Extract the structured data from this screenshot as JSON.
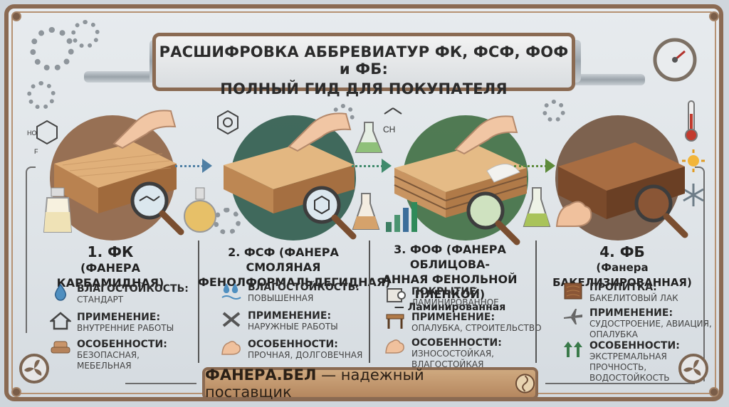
{
  "title": {
    "line1": "РАСШИФРОВКА АББРЕВИАТУР ФК, ФСФ, ФОФ и ФБ:",
    "line2": "ПОЛНЫЙ ГИД ДЛЯ ПОКУПАТЕЛЯ"
  },
  "colors": {
    "frame": "#8a6a52",
    "arrow": "#4f7fa4",
    "board_light": "#d9a86a",
    "board_dark": "#7a4a2b",
    "circle_fk": "#8a5a3a",
    "circle_fsf": "#2f5b4d",
    "circle_fof": "#3f6e42",
    "circle_fb": "#6b4a34"
  },
  "icons": [
    "gear-icon",
    "pipe-icon",
    "pressure-gauge-icon",
    "thermometer-icon",
    "sun-icon",
    "snowflake-icon",
    "hand-icon",
    "magnifier-icon",
    "flask-icon",
    "water-drop-icon",
    "house-icon",
    "armchair-icon",
    "wrench-icon",
    "muscle-icon",
    "roll-icon",
    "formwork-icon",
    "wood-texture-icon",
    "airplane-icon",
    "arrows-icon",
    "fan-icon",
    "chemical-structure-icon",
    "bar-chart-icon"
  ],
  "chem_labels": {
    "ho": "HO",
    "f": "F",
    "ch": "CH"
  },
  "panels": [
    {
      "heading": "1. ФК",
      "subheading": "(ФАНЕРА КАРБАМИДНАЯ)",
      "rows": [
        {
          "label": "ВЛАГОСТОЙКОСТЬ:",
          "value": "СТАНДАРТ"
        },
        {
          "label": "ПРИМЕНЕНИЕ:",
          "value": "ВНУТРЕННИЕ РАБОТЫ"
        },
        {
          "label": "ОСОБЕННОСТИ:",
          "value": "БЕЗОПАСНАЯ,",
          "value2": "МЕБЕЛЬНАЯ"
        }
      ]
    },
    {
      "heading": "2. ФСФ (ФАНЕРА СМОЛЯНАЯ",
      "subheading": "ФЕНОЛФОРМАЛЬДЕГИДНАЯ)",
      "rows": [
        {
          "label": "ВЛАГОСТОЙКОСТЬ:",
          "value": "ПОВЫШЕННАЯ"
        },
        {
          "label": "ПРИМЕНЕНИЕ:",
          "value": "НАРУЖНЫЕ РАБОТЫ"
        },
        {
          "label": "ОСОБЕННОСТИ:",
          "value": "ПРОЧНАЯ, ДОЛГОВЕЧНАЯ"
        }
      ]
    },
    {
      "heading": "3. ФОФ (ФАНЕРА ОБЛИЦОВА-",
      "subheading": "АННАЯ ФЕНОЛЬНОЙ ПЛЕНКОЙ)",
      "subheading2": "— Ламинированная",
      "rows": [
        {
          "label": "ПОКРЫТИЕ:",
          "value": "ЛАМИНИРОВАННОЕ"
        },
        {
          "label": "ПРИМЕНЕНИЕ:",
          "value": "ОПАЛУБКА, СТРОИТЕЛЬСТВО"
        },
        {
          "label": "ОСОБЕННОСТИ:",
          "value": "ИЗНОСОСТОЙКАЯ,",
          "value2": "ВЛАГОСТОЙКАЯ"
        }
      ]
    },
    {
      "heading": "4. ФБ",
      "subheading": "(Фанера БАКЕЛИЗИРОВАННАЯ)",
      "rows": [
        {
          "label": "ПРОПИТКА:",
          "value": "БАКЕЛИТОВЫЙ ЛАК"
        },
        {
          "label": "ПРИМЕНЕНИЕ:",
          "value": "СУДОСТРОЕНИЕ, АВИАЦИЯ,",
          "value2": "ОПАЛУБКА"
        },
        {
          "label": "ОСОБЕННОСТИ:",
          "value": "ЭКСТРЕМАЛЬНАЯ",
          "value2": "ПРОЧНОСТЬ,",
          "value3": "ВОДОСТОЙКОСТЬ"
        }
      ]
    }
  ],
  "footer": {
    "brand": "ФАНЕРА.БЕЛ",
    "tagline": " — надежный поставщик"
  }
}
